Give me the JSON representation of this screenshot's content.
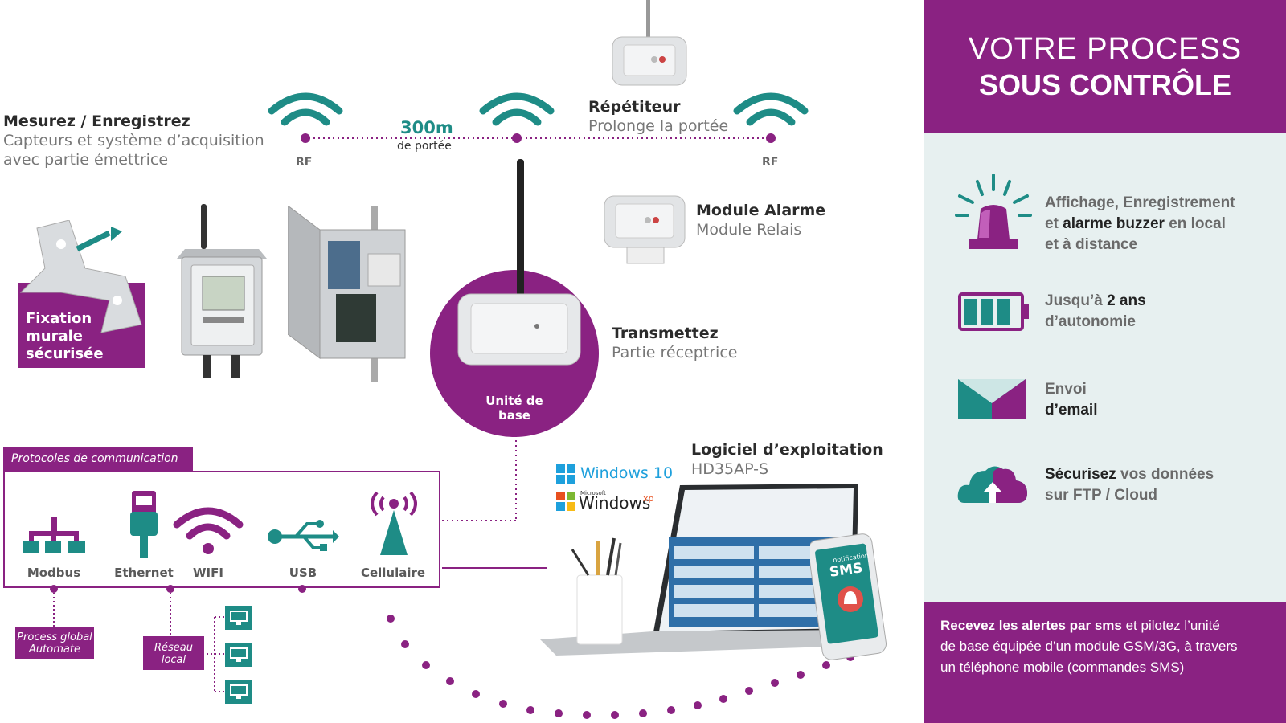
{
  "header": {
    "line1": "VOTRE PROCESS",
    "line2": "SOUS CONTRÔLE"
  },
  "measure": {
    "title": "Mesurez / Enregistrez",
    "line1": "Capteurs et système d’acquisition",
    "line2": "avec partie émettrice"
  },
  "range": {
    "value": "300m",
    "caption": "de portée"
  },
  "rf_left": "RF",
  "rf_right": "RF",
  "repeater": {
    "title": "Répétiteur",
    "subtitle": "Prolonge la portée"
  },
  "alarm_module": {
    "title": "Module Alarme",
    "subtitle": "Module Relais"
  },
  "wall_mount": {
    "line1": "Fixation",
    "line2": "murale",
    "line3": "sécurisée"
  },
  "transmitter": {
    "title": "Transmettez",
    "subtitle": "Partie réceptrice"
  },
  "base_unit": "Unité de base",
  "protocols": {
    "title": "Protocoles de communication",
    "items": [
      "Modbus",
      "Ethernet",
      "WIFI",
      "USB",
      "Cellulaire"
    ],
    "process_box": {
      "line1": "Process global",
      "line2": "Automate"
    },
    "network_box": {
      "line1": "Réseau",
      "line2": "local"
    }
  },
  "os": {
    "win10": "Windows 10",
    "winxp_small": "Microsoft",
    "winxp": "Windows",
    "winxp_sup": "xp"
  },
  "software": {
    "title": "Logiciel d’exploitation",
    "subtitle": "HD35AP-S"
  },
  "phone": {
    "top": "notification",
    "label": "SMS"
  },
  "features": [
    {
      "pre": "Affichage, Enregistrement",
      "l2a": "et ",
      "l2b": "alarme buzzer",
      "l2c": " en local",
      "l3": "et à distance"
    },
    {
      "l1a": "Jusqu’à ",
      "l1b": "2 ans",
      "l2": "d’autonomie"
    },
    {
      "l1": "Envoi",
      "l2": "d’email"
    },
    {
      "l1a": "Sécurisez",
      "l1b": " vos données",
      "l2": "sur FTP / Cloud"
    }
  ],
  "footer": {
    "bold": "Recevez les alertes par sms",
    "rest1": " et pilotez l’unité",
    "line2": "de base équipée d’un module GSM/3G, à travers",
    "line3": "un téléphone mobile (commandes SMS)"
  },
  "colors": {
    "purple": "#8a2282",
    "teal": "#1e8c86",
    "lightbg": "#e7f0f0"
  }
}
